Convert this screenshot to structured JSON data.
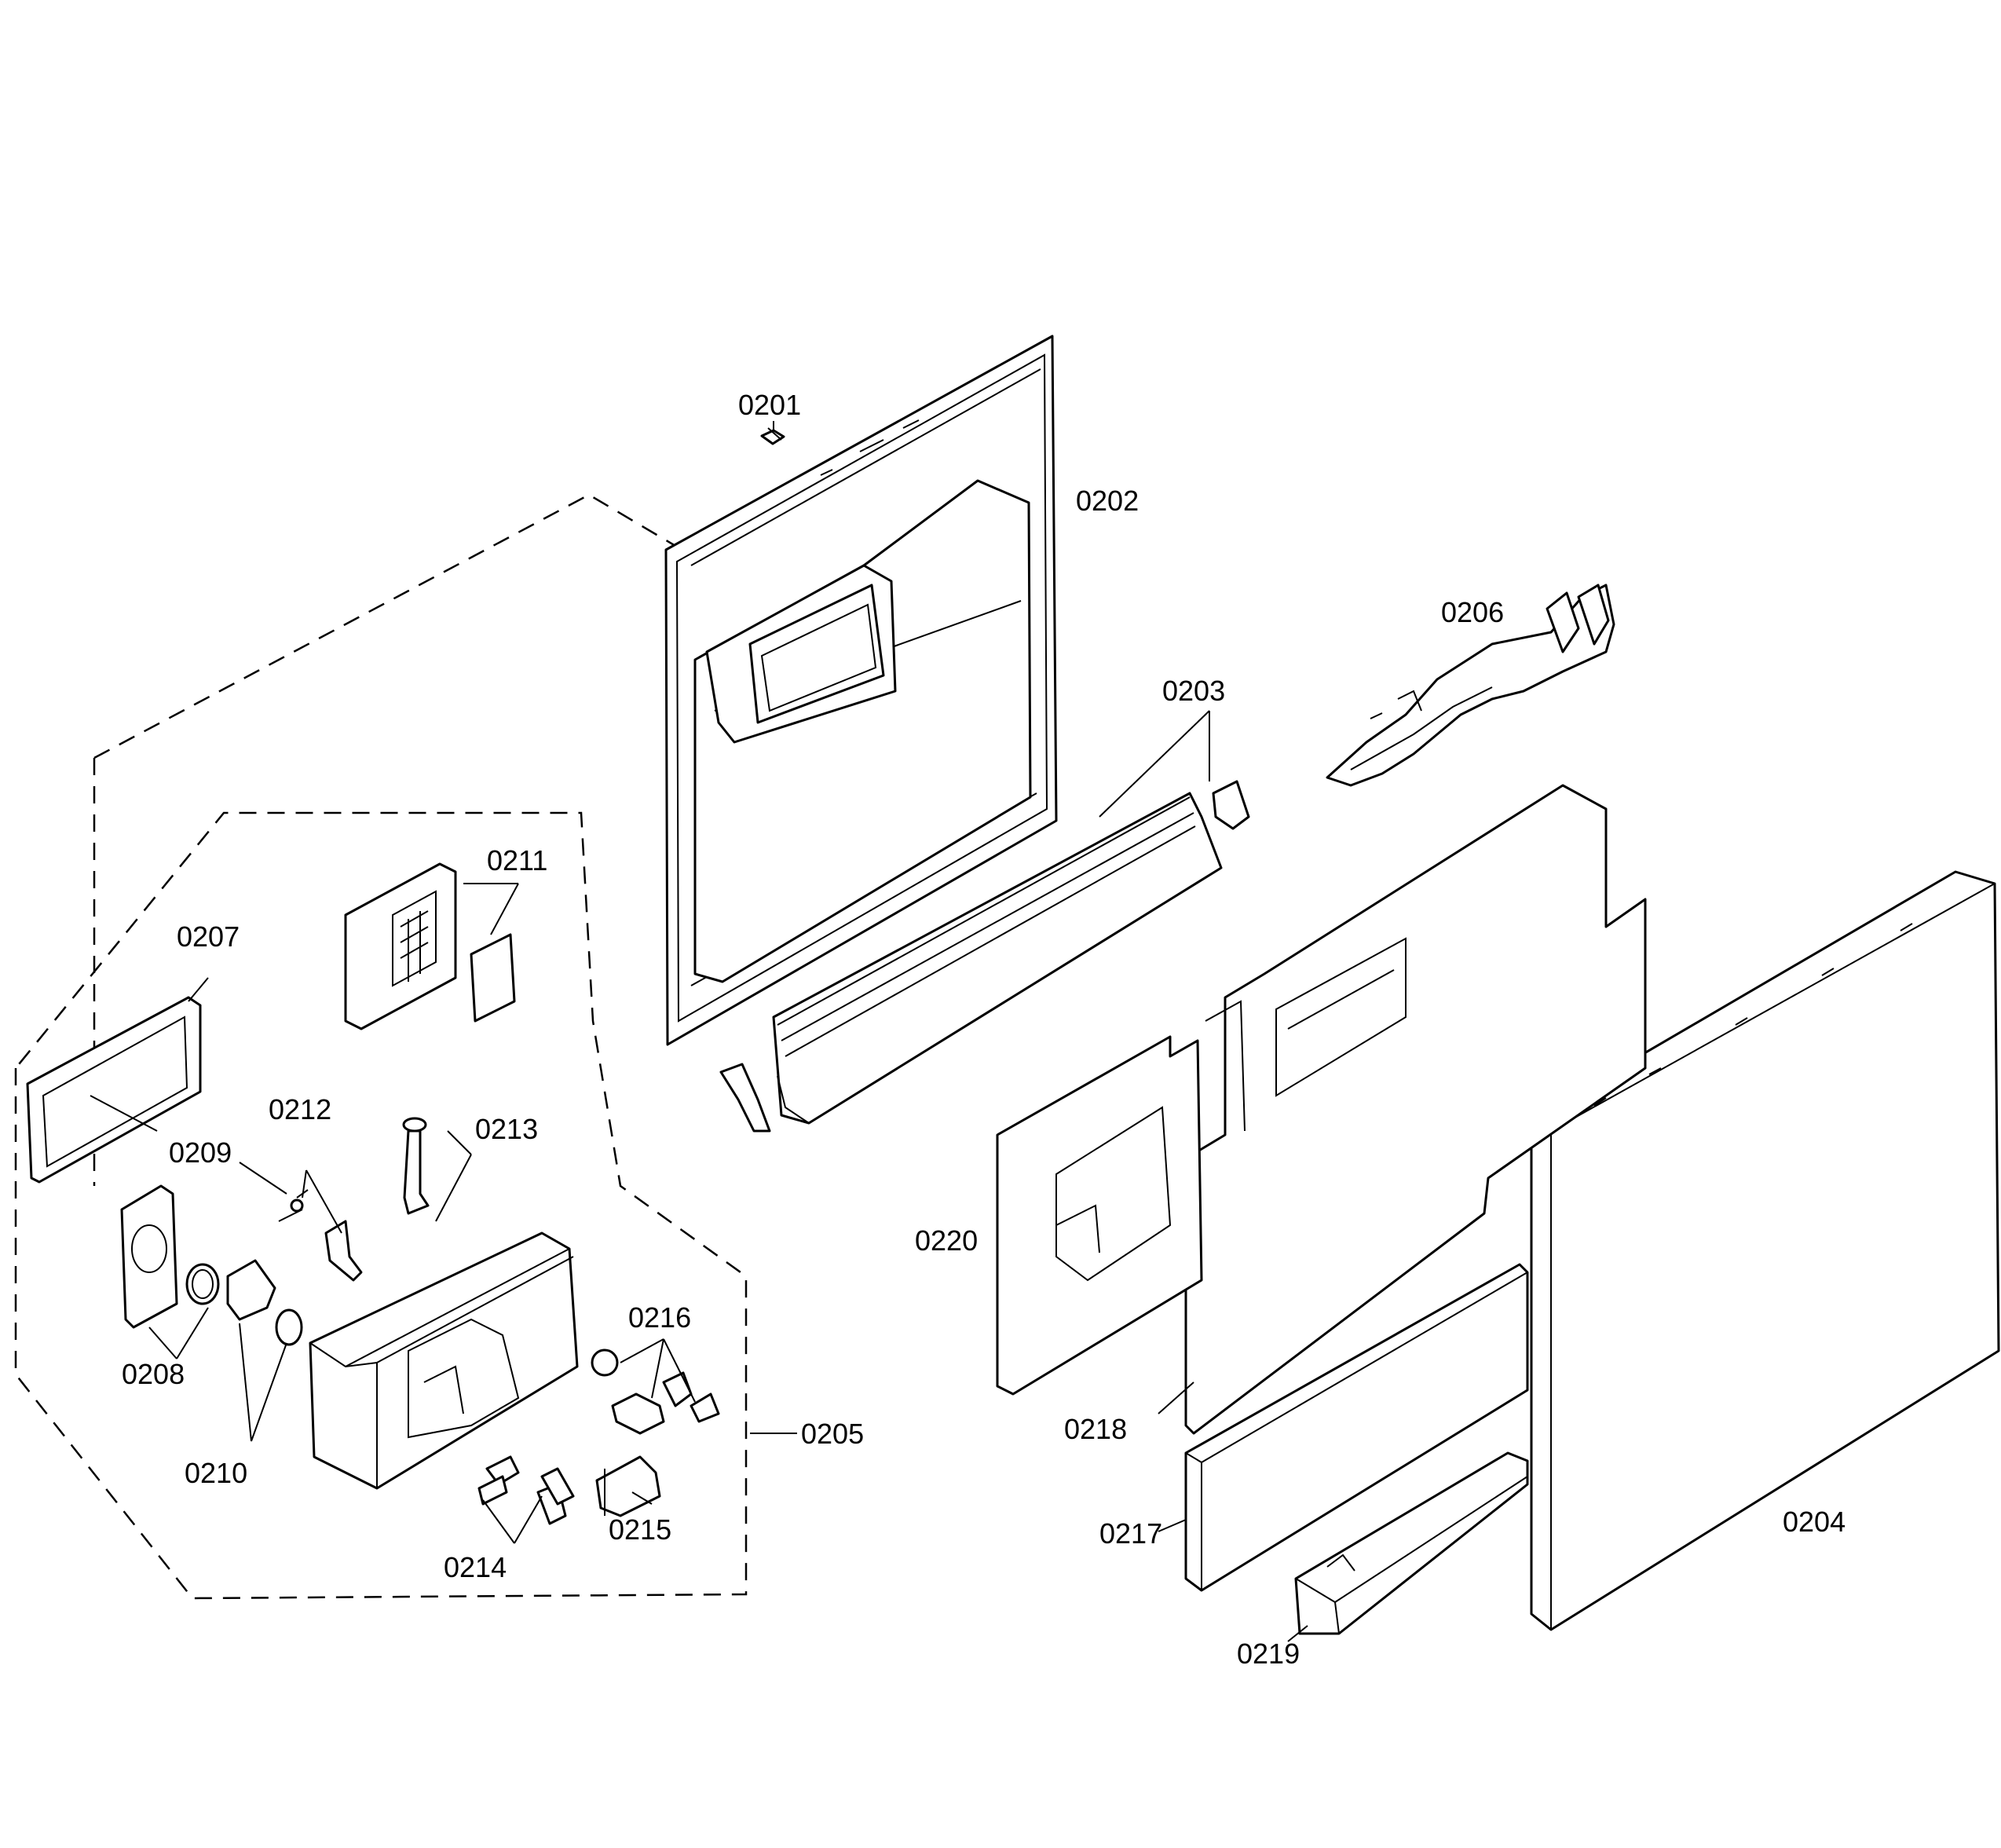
{
  "diagram": {
    "part_labels": {
      "p0201": "0201",
      "p0202": "0202",
      "p0203": "0203",
      "p0204": "0204",
      "p0205": "0205",
      "p0206": "0206",
      "p0207": "0207",
      "p0208": "0208",
      "p0209": "0209",
      "p0210": "0210",
      "p0211": "0211",
      "p0212": "0212",
      "p0213": "0213",
      "p0214": "0214",
      "p0215": "0215",
      "p0216": "0216",
      "p0217": "0217",
      "p0218": "0218",
      "p0219": "0219",
      "p0220": "0220"
    },
    "colors": {
      "line": "#000000",
      "background": "#ffffff"
    }
  }
}
